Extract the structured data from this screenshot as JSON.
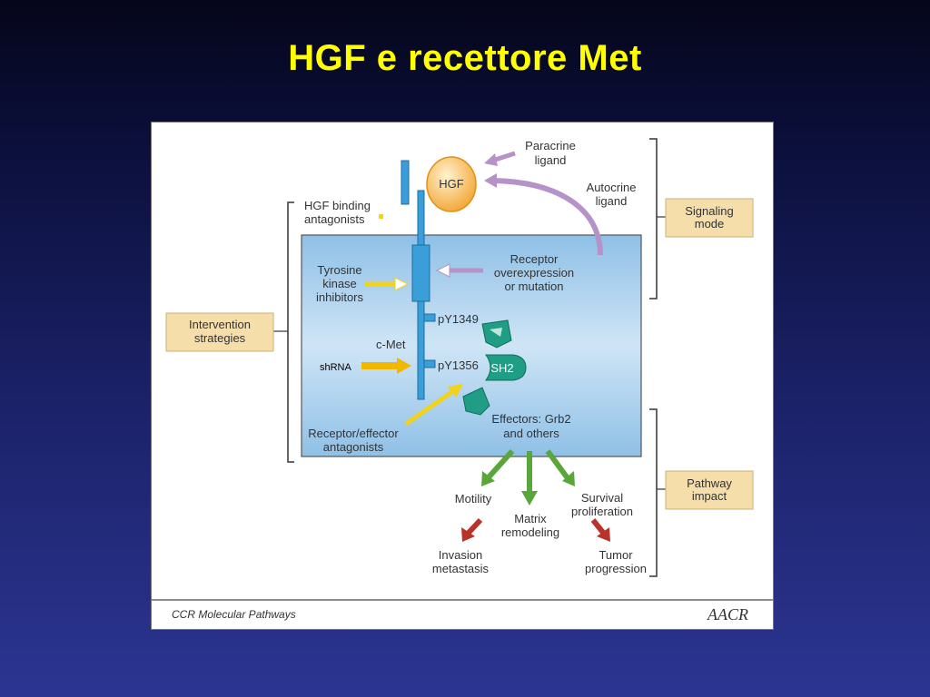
{
  "title": "HGF e recettore Met",
  "colors": {
    "title": "#ffff00",
    "cell": "#a8cfee",
    "receptor": "#3a9fd8",
    "hgf": "#f2a533",
    "yellow_arrow": "#f2d21b",
    "purple_arrow": "#b593c9",
    "green_arrow": "#5aa63a",
    "red_arrow": "#b8332a",
    "box_fill": "#f5deaa",
    "sh2": "#1f9e85"
  },
  "diagram": {
    "hgf": "HGF",
    "paracrine": [
      "Paracrine",
      "ligand"
    ],
    "autocrine": [
      "Autocrine",
      "ligand"
    ],
    "hgf_binding": [
      "HGF binding",
      "antagonists"
    ],
    "tki": [
      "Tyrosine",
      "kinase",
      "inhibitors"
    ],
    "receptor_over": [
      "Receptor",
      "overexpression",
      "or mutation"
    ],
    "py1349": "pY1349",
    "py1356": "pY1356",
    "cmet": "c-Met",
    "shrna": "shRNA",
    "sh2": "SH2",
    "rec_eff": [
      "Receptor/effector",
      "antagonists"
    ],
    "effectors": [
      "Effectors: Grb2",
      "and others"
    ],
    "motility": "Motility",
    "matrix": [
      "Matrix",
      "remodeling"
    ],
    "survival": [
      "Survival",
      "proliferation"
    ],
    "invasion": [
      "Invasion",
      "metastasis"
    ],
    "tumor": [
      "Tumor",
      "progression"
    ],
    "signaling_mode": [
      "Signaling",
      "mode"
    ],
    "pathway_impact": [
      "Pathway",
      "impact"
    ],
    "intervention": [
      "Intervention",
      "strategies"
    ],
    "footer_left": "CCR Molecular Pathways",
    "footer_logo": "AACR"
  }
}
